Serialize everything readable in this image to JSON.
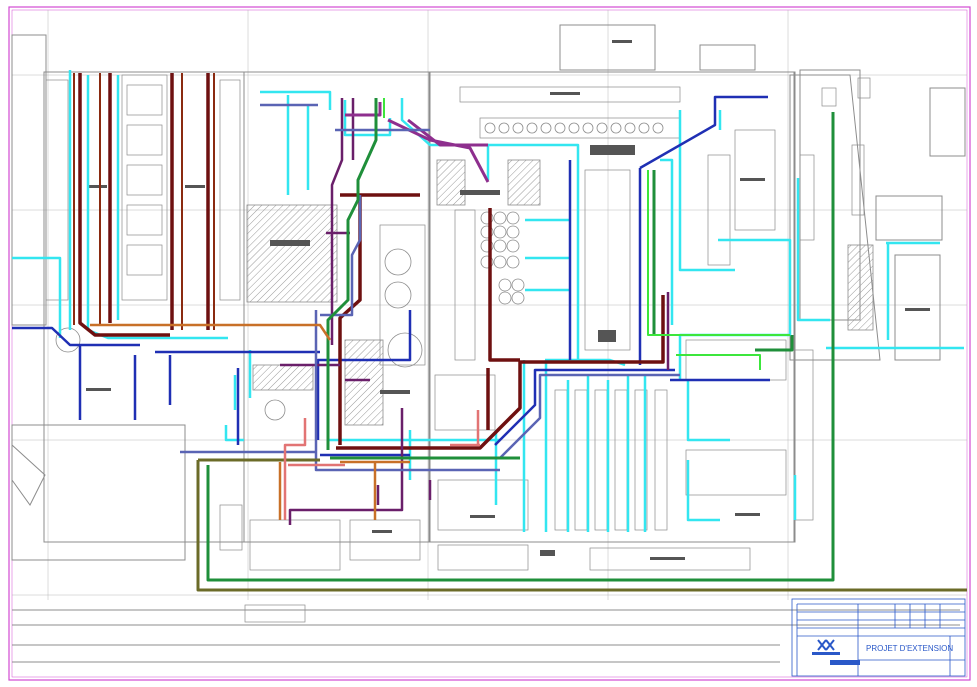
{
  "drawing": {
    "title_block": {
      "project_title": "PROJET D'EXTENSION",
      "logo_icon": "company-logo-icon"
    }
  },
  "colors": {
    "background": "#ffffff",
    "frame": "#d24ad2",
    "walls": "#8c8c8c",
    "title_block": "#2a58c8",
    "cyan_network": "#33e6f0",
    "blue_network": "#1f2fb4",
    "dark_red_network": "#6e1010",
    "brown_network": "#8a2a10",
    "purple_network": "#6a1f6a",
    "magenta_network": "#8e2f8e",
    "slate_blue_network": "#5a64b4",
    "green_network": "#1f8f3a",
    "olive_network": "#6b6b28",
    "orange_network": "#c87028",
    "salmon_network": "#e27474",
    "lime_network": "#3ce63c"
  },
  "networks": [
    {
      "id": "cyan",
      "color_key": "cyan_network"
    },
    {
      "id": "blue",
      "color_key": "blue_network"
    },
    {
      "id": "dark-red",
      "color_key": "dark_red_network"
    },
    {
      "id": "brown",
      "color_key": "brown_network"
    },
    {
      "id": "purple",
      "color_key": "purple_network"
    },
    {
      "id": "magenta",
      "color_key": "magenta_network"
    },
    {
      "id": "slate-blue",
      "color_key": "slate_blue_network"
    },
    {
      "id": "green",
      "color_key": "green_network"
    },
    {
      "id": "olive",
      "color_key": "olive_network"
    },
    {
      "id": "orange",
      "color_key": "orange_network"
    },
    {
      "id": "salmon",
      "color_key": "salmon_network"
    },
    {
      "id": "lime",
      "color_key": "lime_network"
    }
  ]
}
